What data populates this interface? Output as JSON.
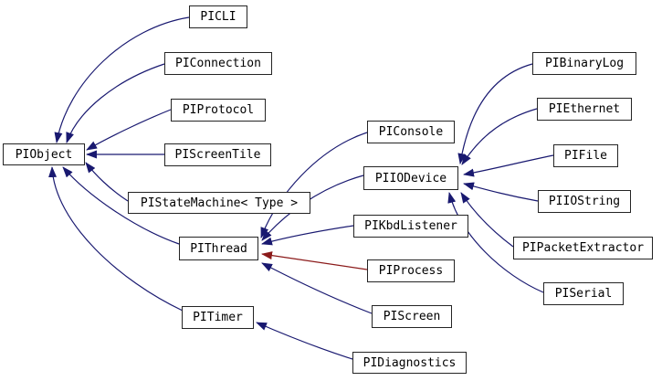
{
  "diagram": {
    "type": "class-inheritance-graph",
    "colors": {
      "inheritance_public": "#191970",
      "inheritance_private": "#8b1a1a",
      "node_border": "#242424",
      "node_fill": "#ffffff",
      "text": "#000000",
      "background": "#ffffff"
    },
    "nodes": {
      "picli": {
        "label": "PICLI"
      },
      "piconnection": {
        "label": "PIConnection"
      },
      "piprotocol": {
        "label": "PIProtocol"
      },
      "piobject": {
        "label": "PIObject"
      },
      "piscreentile": {
        "label": "PIScreenTile"
      },
      "pistatemachine": {
        "label": "PIStateMachine< Type >"
      },
      "pithread": {
        "label": "PIThread"
      },
      "pitimer": {
        "label": "PITimer"
      },
      "piconsole": {
        "label": "PIConsole"
      },
      "piiodevice": {
        "label": "PIIODevice"
      },
      "pikbdlistener": {
        "label": "PIKbdListener"
      },
      "piprocess": {
        "label": "PIProcess"
      },
      "piscreen": {
        "label": "PIScreen"
      },
      "pidiagnostics": {
        "label": "PIDiagnostics"
      },
      "pibinarylog": {
        "label": "PIBinaryLog"
      },
      "piethernet": {
        "label": "PIEthernet"
      },
      "pifile": {
        "label": "PIFile"
      },
      "piiostring": {
        "label": "PIIOString"
      },
      "pipacketextractor": {
        "label": "PIPacketExtractor"
      },
      "piserial": {
        "label": "PISerial"
      }
    },
    "edges": [
      {
        "from": "PICLI",
        "to": "PIObject",
        "relation": "public"
      },
      {
        "from": "PIConnection",
        "to": "PIObject",
        "relation": "public"
      },
      {
        "from": "PIProtocol",
        "to": "PIObject",
        "relation": "public"
      },
      {
        "from": "PIScreenTile",
        "to": "PIObject",
        "relation": "public"
      },
      {
        "from": "PIStateMachine< Type >",
        "to": "PIObject",
        "relation": "public"
      },
      {
        "from": "PIThread",
        "to": "PIObject",
        "relation": "public"
      },
      {
        "from": "PITimer",
        "to": "PIObject",
        "relation": "public"
      },
      {
        "from": "PIConsole",
        "to": "PIThread",
        "relation": "public"
      },
      {
        "from": "PIIODevice",
        "to": "PIThread",
        "relation": "public"
      },
      {
        "from": "PIKbdListener",
        "to": "PIThread",
        "relation": "public"
      },
      {
        "from": "PIProcess",
        "to": "PIThread",
        "relation": "private"
      },
      {
        "from": "PIScreen",
        "to": "PIThread",
        "relation": "public"
      },
      {
        "from": "PIBinaryLog",
        "to": "PIIODevice",
        "relation": "public"
      },
      {
        "from": "PIEthernet",
        "to": "PIIODevice",
        "relation": "public"
      },
      {
        "from": "PIFile",
        "to": "PIIODevice",
        "relation": "public"
      },
      {
        "from": "PIIOString",
        "to": "PIIODevice",
        "relation": "public"
      },
      {
        "from": "PIPacketExtractor",
        "to": "PIIODevice",
        "relation": "public"
      },
      {
        "from": "PISerial",
        "to": "PIIODevice",
        "relation": "public"
      },
      {
        "from": "PIDiagnostics",
        "to": "PITimer",
        "relation": "public"
      }
    ]
  }
}
